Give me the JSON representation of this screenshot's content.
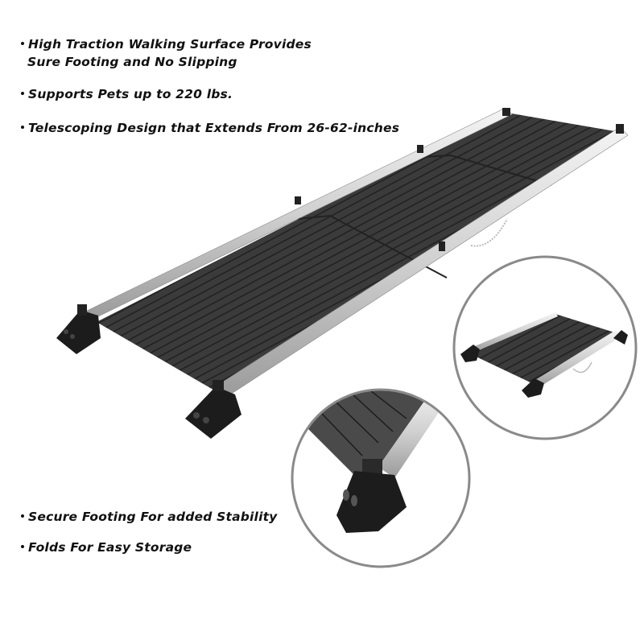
{
  "features_top": [
    {
      "line1": "High Traction Walking Surface Provides",
      "line2": "Sure Footing and No Slipping"
    },
    {
      "line1": "Supports Pets up to 220 lbs."
    },
    {
      "line1": "Telescoping Design that Extends From 26-62-inches"
    }
  ],
  "features_bottom": [
    {
      "line1": "Secure Footing For added Stability"
    },
    {
      "line1": "Folds For Easy Storage"
    }
  ],
  "images": {
    "main": "telescoping-pet-ramp-extended",
    "inset_folded": "pet-ramp-folded-view",
    "inset_foot": "rubber-foot-closeup"
  },
  "colors": {
    "deck": "#3a3a3a",
    "rail": "#d8d8d8",
    "foot": "#1c1c1c",
    "circle_border": "#8a8a8a",
    "text": "#111111"
  }
}
